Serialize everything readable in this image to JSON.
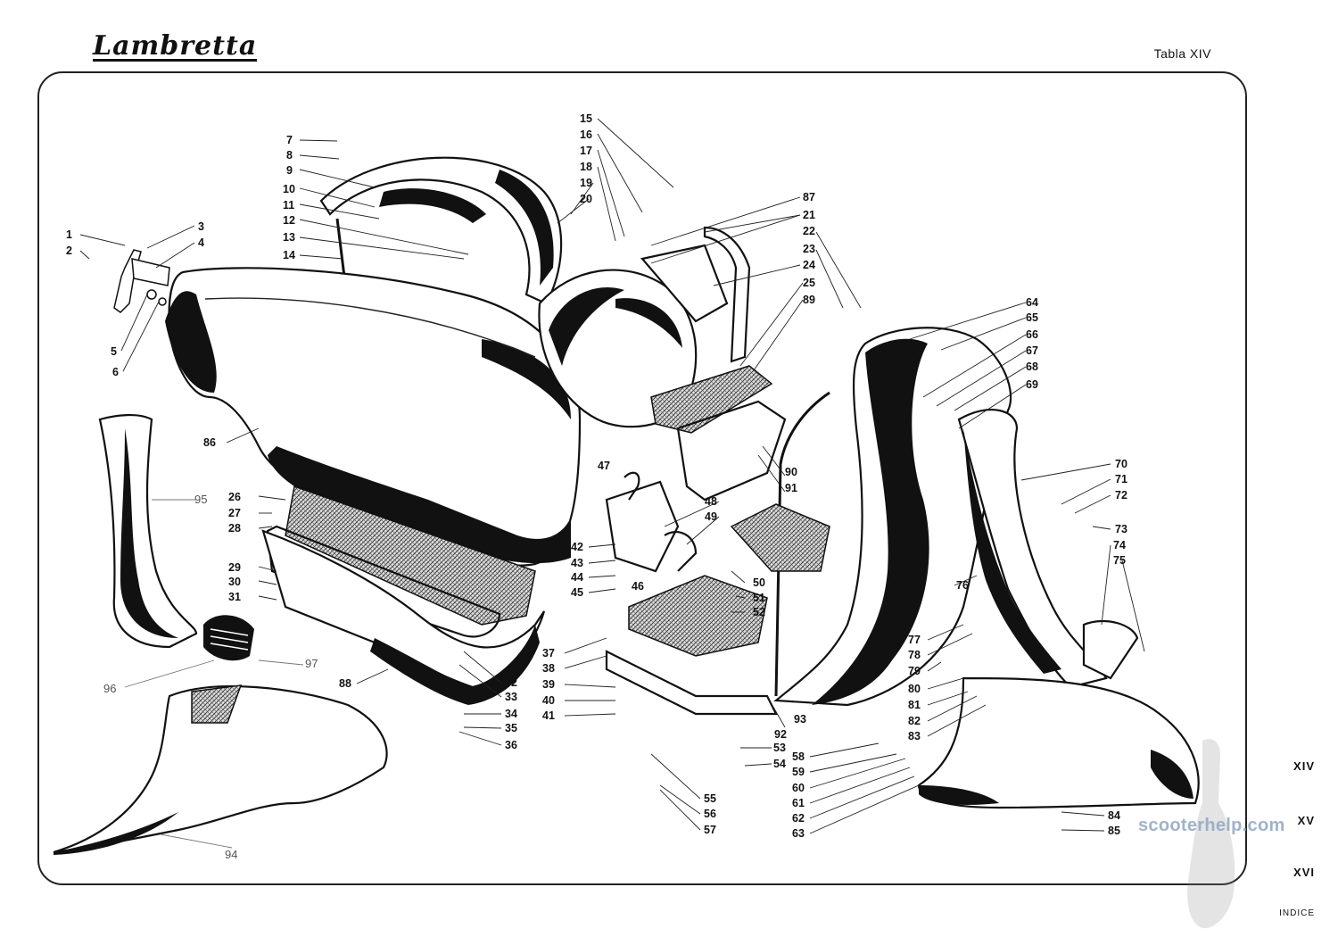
{
  "brand": "Lambretta",
  "plate_title": "Tabla XIV",
  "watermark": "scooterhelp.com",
  "nav": [
    "XIV",
    "XV",
    "XVI",
    "INDICE"
  ],
  "part_numbers": [
    "1",
    "2",
    "3",
    "4",
    "5",
    "6",
    "7",
    "8",
    "9",
    "10",
    "11",
    "12",
    "13",
    "14",
    "15",
    "16",
    "17",
    "18",
    "19",
    "20",
    "21",
    "22",
    "23",
    "24",
    "25",
    "26",
    "27",
    "28",
    "29",
    "30",
    "31",
    "32",
    "33",
    "34",
    "35",
    "36",
    "37",
    "38",
    "39",
    "40",
    "41",
    "42",
    "43",
    "44",
    "45",
    "46",
    "47",
    "48",
    "49",
    "50",
    "51",
    "52",
    "53",
    "54",
    "55",
    "56",
    "57",
    "58",
    "59",
    "60",
    "61",
    "62",
    "63",
    "64",
    "65",
    "66",
    "67",
    "68",
    "69",
    "70",
    "71",
    "72",
    "73",
    "74",
    "75",
    "76",
    "77",
    "78",
    "79",
    "80",
    "81",
    "82",
    "83",
    "84",
    "85",
    "86",
    "87",
    "88",
    "89",
    "90",
    "91",
    "92",
    "93",
    "94",
    "95",
    "96",
    "97"
  ]
}
